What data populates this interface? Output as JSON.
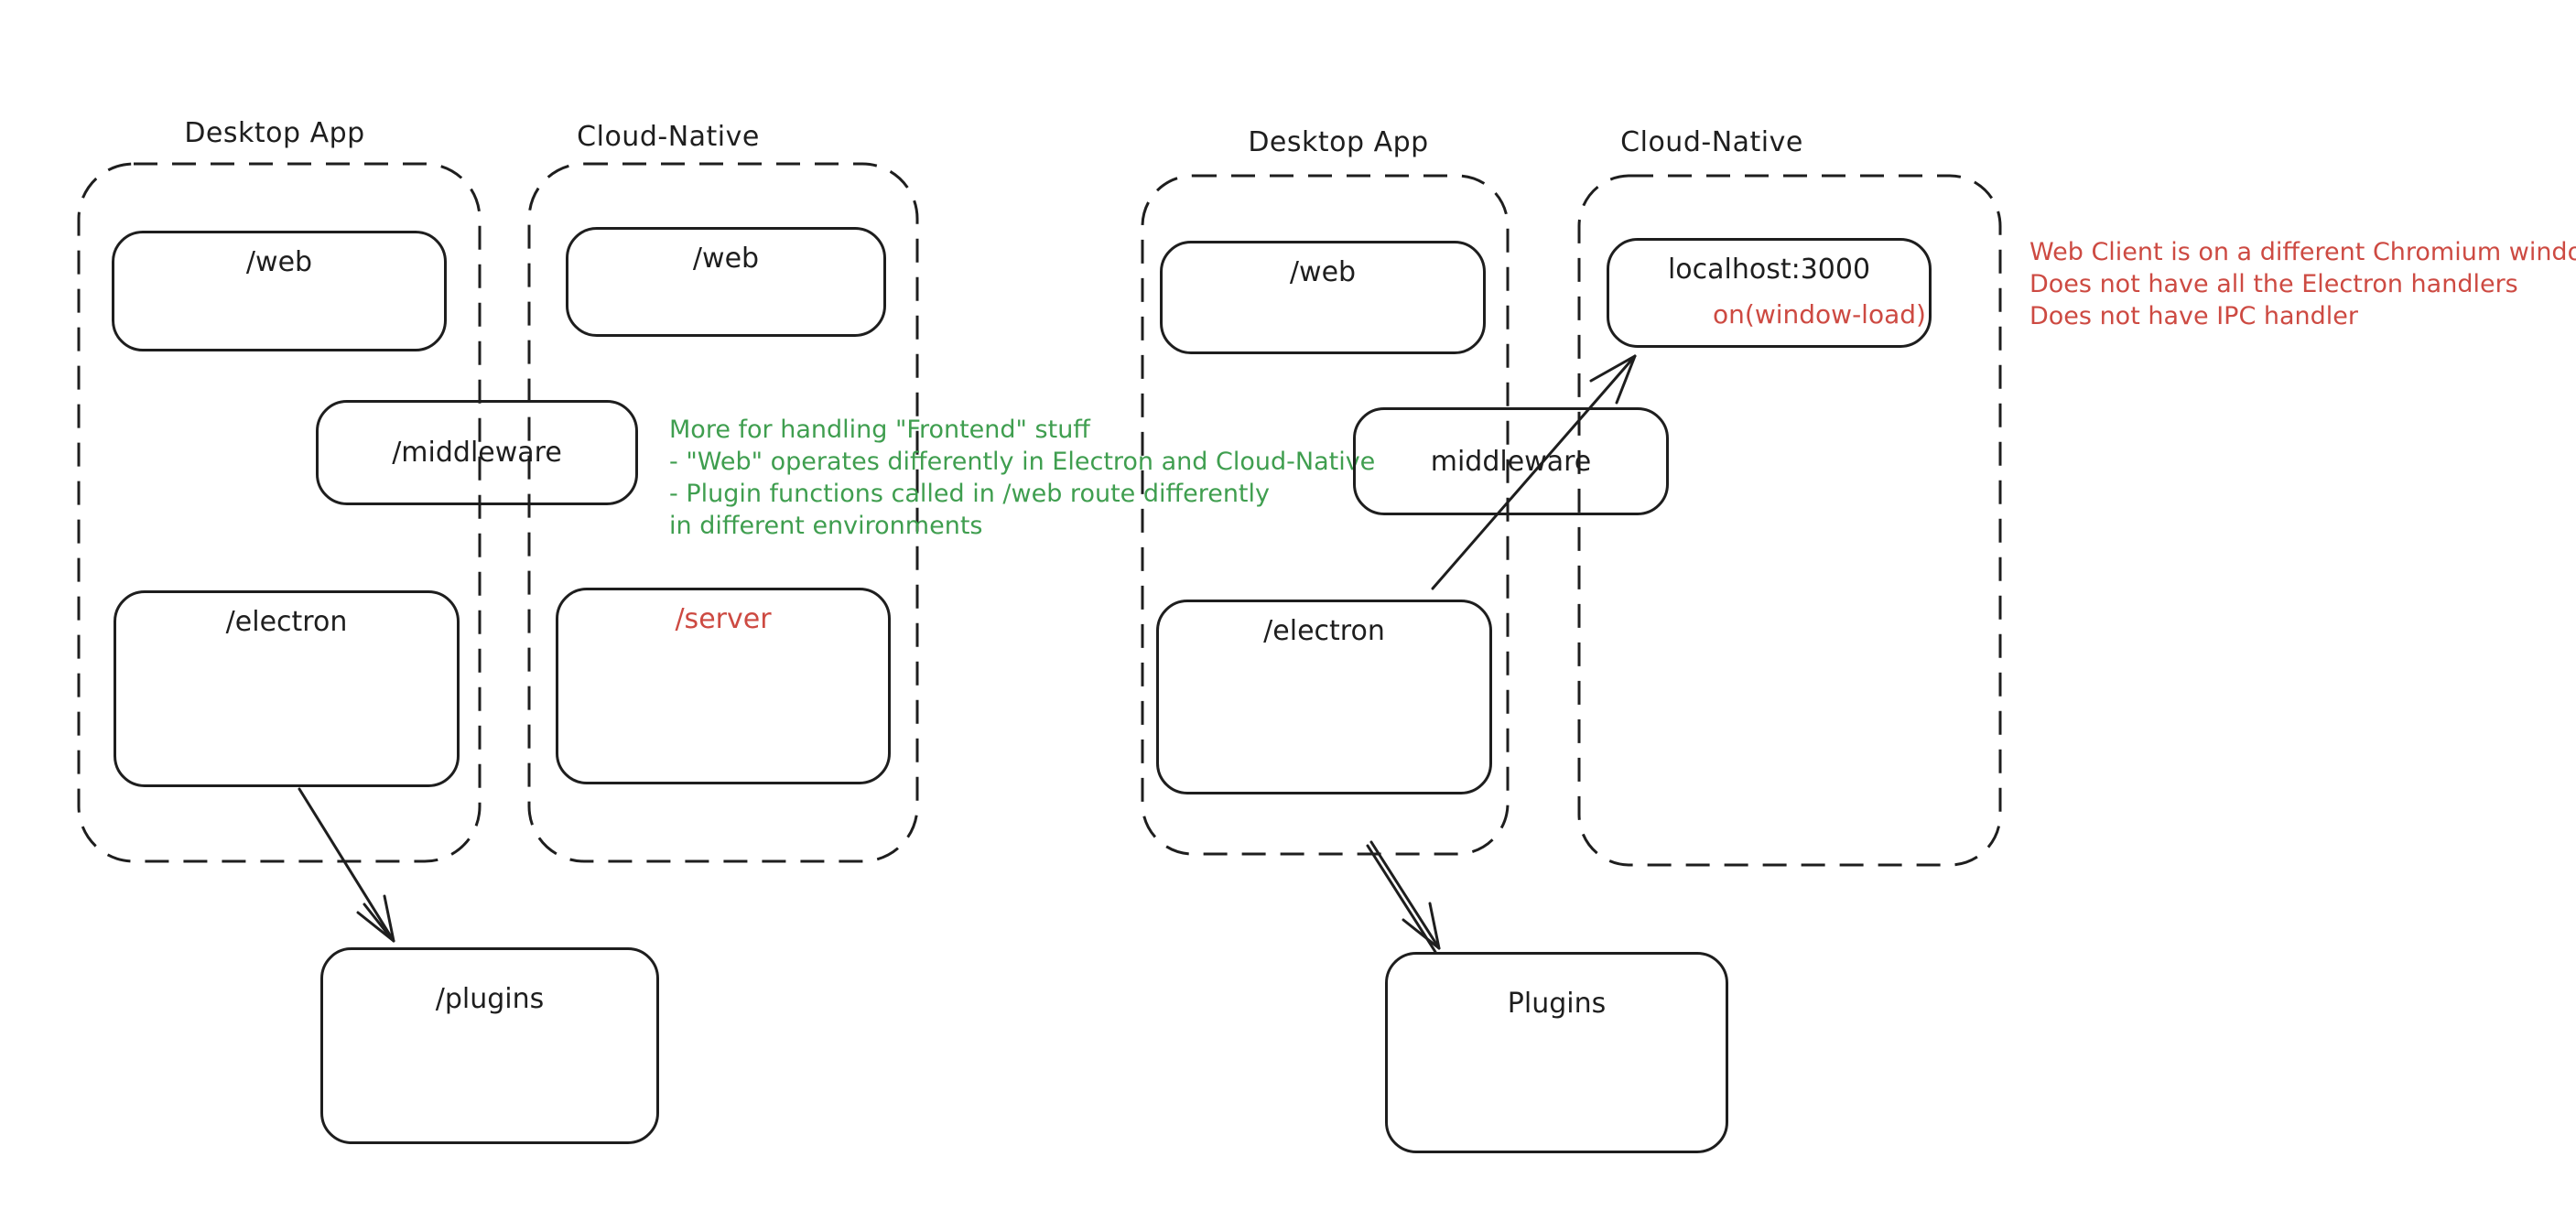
{
  "colors": {
    "stroke": "#1e1e1e",
    "annotation_green": "#3f9e4f",
    "annotation_red": "#cd4a42",
    "background": "#ffffff"
  },
  "left": {
    "desktop_label": "Desktop App",
    "cloud_label": "Cloud-Native",
    "web_desktop": "/web",
    "web_cloud": "/web",
    "middleware": "/middleware",
    "electron": "/electron",
    "server": "/server",
    "plugins": "/plugins",
    "note": [
      "More for handling \"Frontend\" stuff",
      "- \"Web\" operates differently in Electron and Cloud-Native",
      "- Plugin functions called in /web route differently",
      "in different environments"
    ]
  },
  "right": {
    "desktop_label": "Desktop App",
    "cloud_label": "Cloud-Native",
    "web": "/web",
    "middleware": "middleware",
    "electron": "/electron",
    "localhost_title": "localhost:3000",
    "localhost_sub": "on(window-load)",
    "plugins": "Plugins",
    "note": [
      "Web Client is on a different Chromium window",
      "Does not have all the Electron handlers",
      "Does not have IPC handler"
    ]
  }
}
